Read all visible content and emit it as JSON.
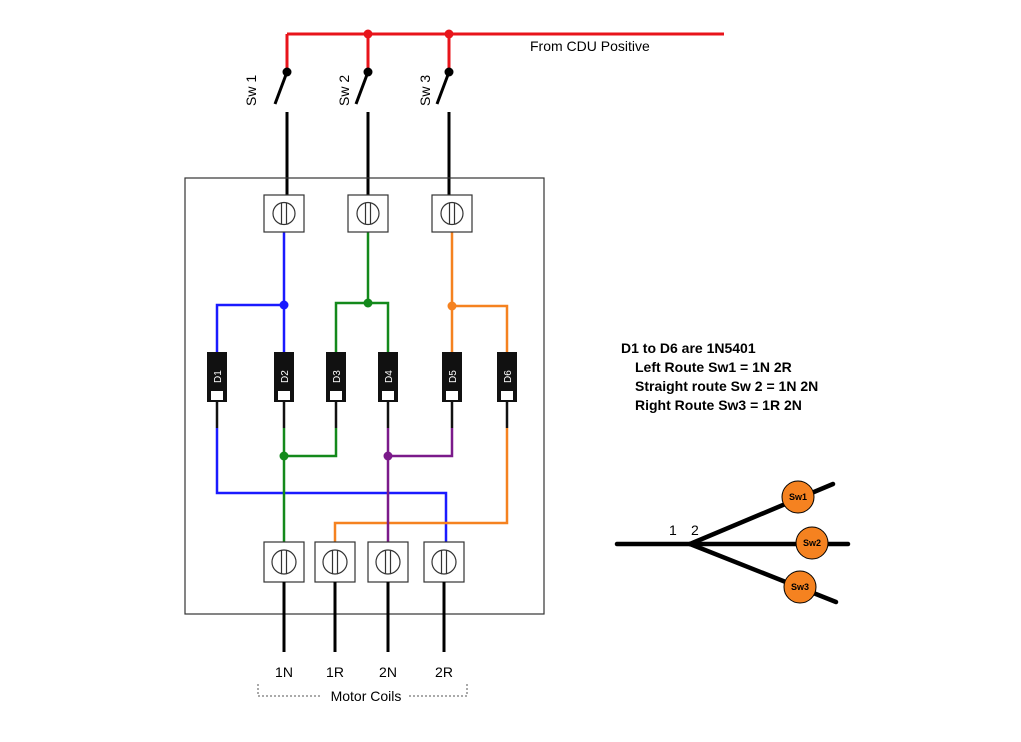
{
  "supply_label": "From CDU Positive",
  "switches": [
    "Sw 1",
    "Sw 2",
    "Sw 3"
  ],
  "diodes": [
    "D1",
    "D2",
    "D3",
    "D4",
    "D5",
    "D6"
  ],
  "outputs": [
    "1N",
    "1R",
    "2N",
    "2R"
  ],
  "outputs_group_label": "Motor Coils",
  "notes": [
    "D1 to D6 are 1N5401",
    "Left Route Sw1 = 1N 2R",
    "Straight route Sw 2 = 1N 2N",
    "Right Route Sw3 = 1R 2N"
  ],
  "track": {
    "point_labels": [
      "1",
      "2"
    ],
    "routes": [
      "Sw1",
      "Sw2",
      "Sw3"
    ]
  },
  "colors": {
    "supply": "#e8141b",
    "sw1": "#1a1aff",
    "sw2": "#13891b",
    "sw3": "#f58220",
    "common": "#7b1a8a",
    "route_marker": "#f58220"
  }
}
